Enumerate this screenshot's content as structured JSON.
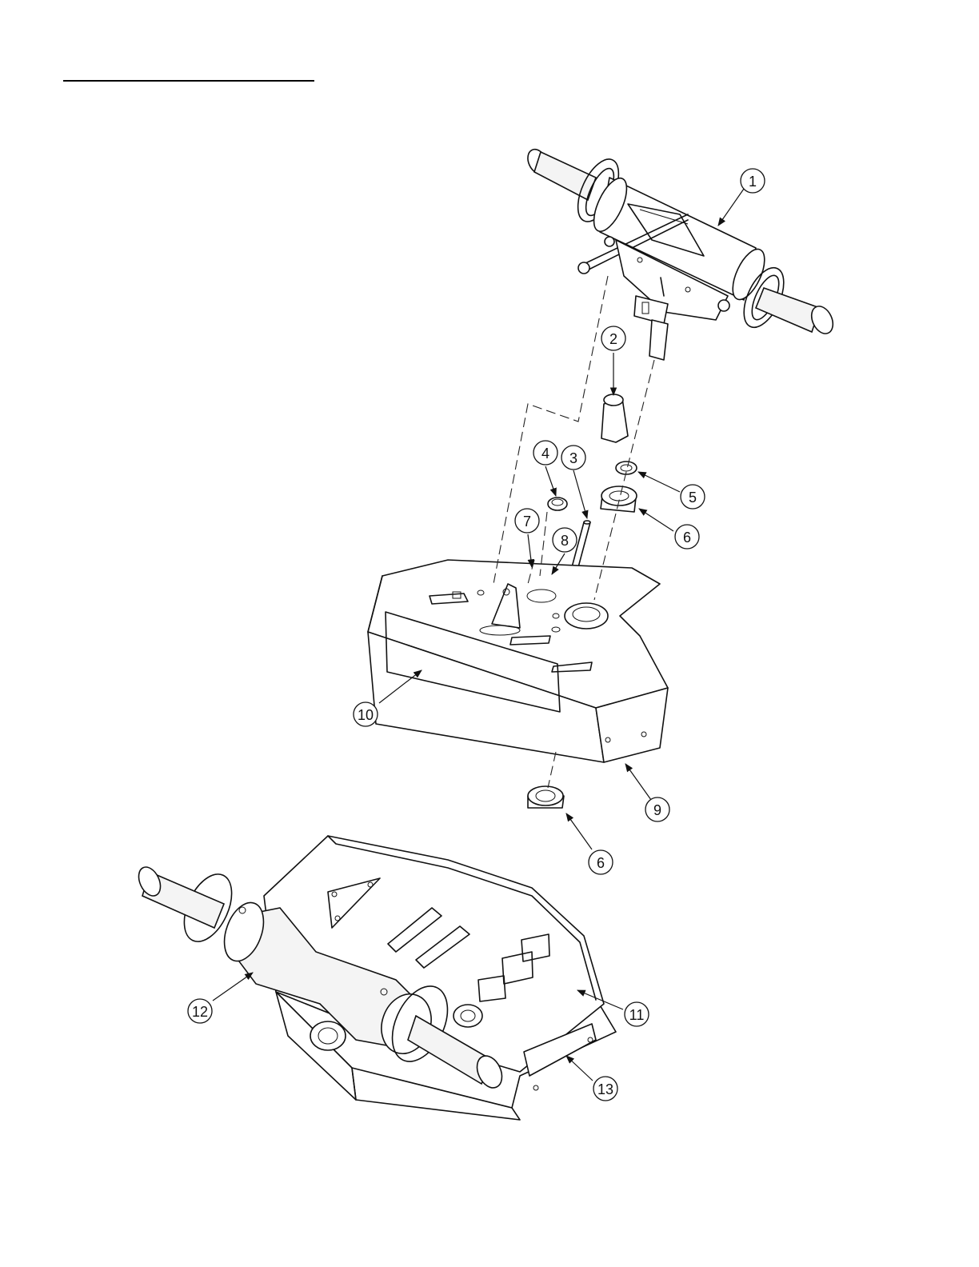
{
  "callouts": [
    {
      "id": "c1",
      "label": "1"
    },
    {
      "id": "c2",
      "label": "2"
    },
    {
      "id": "c3",
      "label": "3"
    },
    {
      "id": "c4",
      "label": "4"
    },
    {
      "id": "c5",
      "label": "5"
    },
    {
      "id": "c6a",
      "label": "6"
    },
    {
      "id": "c7",
      "label": "7"
    },
    {
      "id": "c8",
      "label": "8"
    },
    {
      "id": "c9",
      "label": "9"
    },
    {
      "id": "c10",
      "label": "10"
    },
    {
      "id": "c6b",
      "label": "6"
    },
    {
      "id": "c11",
      "label": "11"
    },
    {
      "id": "c12",
      "label": "12"
    },
    {
      "id": "c13",
      "label": "13"
    }
  ]
}
